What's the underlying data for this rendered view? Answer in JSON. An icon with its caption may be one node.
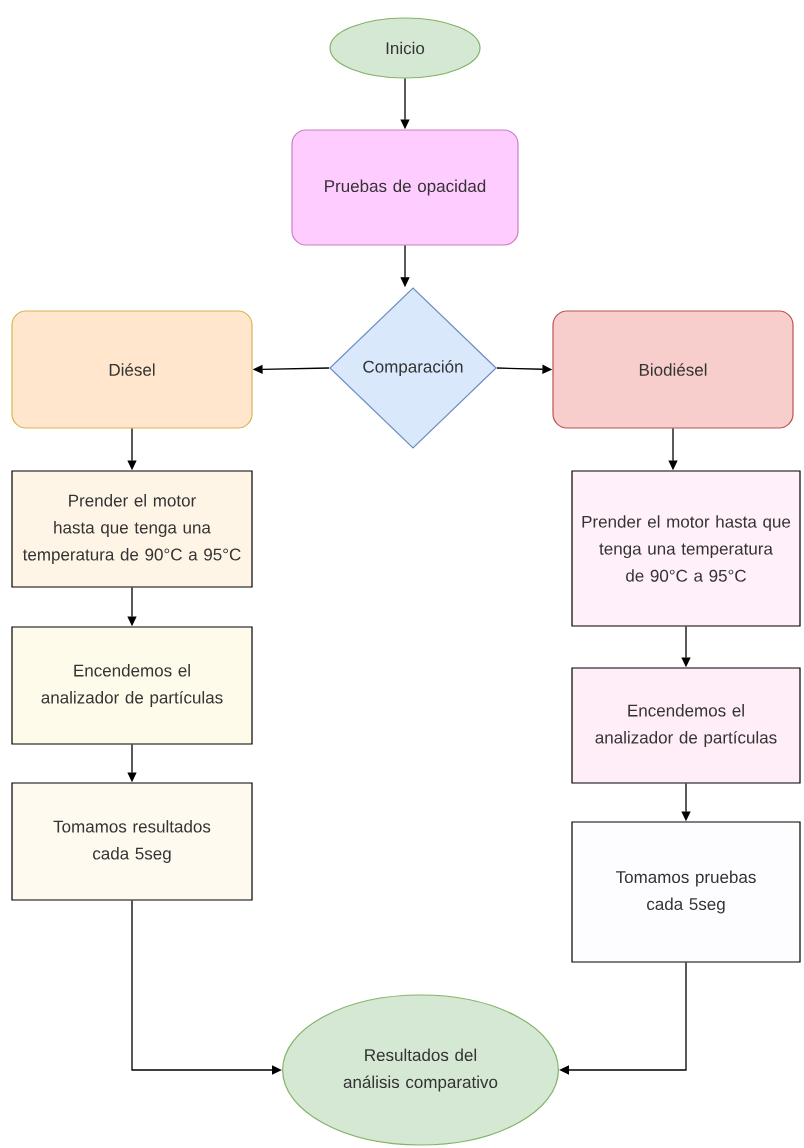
{
  "diagram": {
    "nodes": [
      {
        "text": [
          "Inicio"
        ]
      },
      {
        "text": [
          "Pruebas de opacidad"
        ]
      },
      {
        "text": [
          "Comparación"
        ]
      },
      {
        "text": [
          "Diésel"
        ]
      },
      {
        "text": [
          "Biodiésel"
        ]
      },
      {
        "text": [
          "Prender el motor hasta que tenga una temperatura de 90°C a 95°C"
        ]
      },
      {
        "text": [
          "Encendemos el analizador de partículas"
        ]
      },
      {
        "text": [
          "Tomamos resultados cada 5seg"
        ]
      },
      {
        "text": [
          "Prender el motor hasta que tenga una temperatura de 90°C a 95°C"
        ]
      },
      {
        "text": [
          "Encendemos el analizador de partículas"
        ]
      },
      {
        "text": [
          "Tomamos pruebas cada 5seg"
        ]
      },
      {
        "text": [
          "Resultados del análisis comparativo"
        ]
      }
    ],
    "edges": [
      {
        "from": 0,
        "to": 1,
        "arrow": "to"
      },
      {
        "from": 1,
        "to": 2,
        "arrow": "to"
      },
      {
        "from": 2,
        "to": 3,
        "arrow": "to"
      },
      {
        "from": 2,
        "to": 4,
        "arrow": "to"
      },
      {
        "from": 3,
        "to": 5,
        "arrow": "to"
      },
      {
        "from": 5,
        "to": 6,
        "arrow": "to"
      },
      {
        "from": 6,
        "to": 7,
        "arrow": "to"
      },
      {
        "from": 4,
        "to": 8,
        "arrow": "to"
      },
      {
        "from": 8,
        "to": 9,
        "arrow": "to"
      },
      {
        "from": 9,
        "to": 10,
        "arrow": "to"
      },
      {
        "from": 7,
        "to": 11,
        "arrow": "to"
      },
      {
        "from": 10,
        "to": 11,
        "arrow": "to"
      }
    ]
  }
}
